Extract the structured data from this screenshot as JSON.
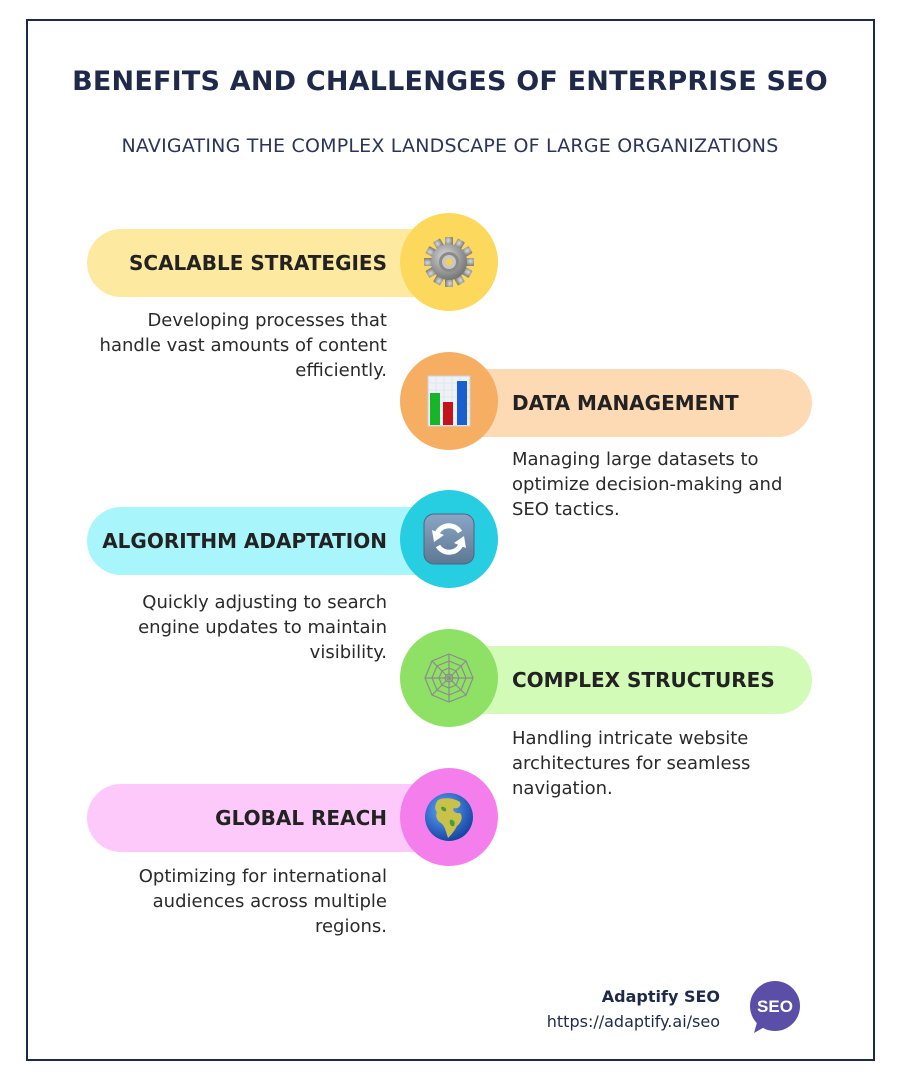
{
  "header": {
    "title": "BENEFITS AND CHALLENGES OF ENTERPRISE SEO",
    "subtitle": "NAVIGATING THE COMPLEX LANDSCAPE OF LARGE ORGANIZATIONS"
  },
  "items": [
    {
      "label": "SCALABLE STRATEGIES",
      "description": "Developing processes that handle vast amounts of content efficiently.",
      "icon": "gear-icon",
      "side": "left",
      "pill_color": "#fdeaa0",
      "circle_color": "#fcd85c"
    },
    {
      "label": "DATA MANAGEMENT",
      "description": "Managing large datasets to optimize decision-making and SEO tactics.",
      "icon": "bar-chart-icon",
      "side": "right",
      "pill_color": "#fdd9b4",
      "circle_color": "#f6ae63"
    },
    {
      "label": "ALGORITHM ADAPTATION",
      "description": "Quickly adjusting to search engine updates to maintain visibility.",
      "icon": "refresh-icon",
      "side": "left",
      "pill_color": "#a8f6fb",
      "circle_color": "#27cde0"
    },
    {
      "label": "COMPLEX STRUCTURES",
      "description": "Handling intricate website architectures for seamless navigation.",
      "icon": "spider-web-icon",
      "side": "right",
      "pill_color": "#d2fbb8",
      "circle_color": "#8fe166"
    },
    {
      "label": "GLOBAL REACH",
      "description": "Optimizing for international audiences across multiple regions.",
      "icon": "globe-icon",
      "side": "left",
      "pill_color": "#fdc9fb",
      "circle_color": "#f57eed"
    }
  ],
  "footer": {
    "brand": "Adaptify SEO",
    "url": "https://adaptify.ai/seo",
    "badge_text": "SEO",
    "badge_color": "#5b4ea6"
  }
}
